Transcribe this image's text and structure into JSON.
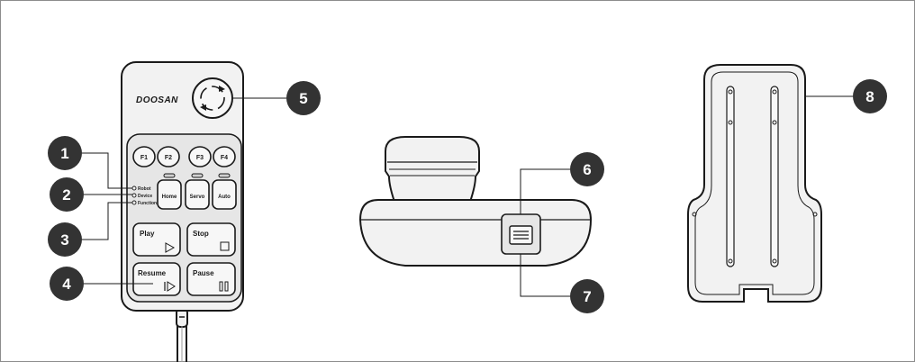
{
  "pendant": {
    "brand": "DOOSAN",
    "function_keys": [
      "F1",
      "F2",
      "F3",
      "F4"
    ],
    "indicators": [
      "Robot",
      "Device",
      "Function"
    ],
    "mode_buttons": [
      "Home",
      "Servo",
      "Auto"
    ],
    "play_label": "Play",
    "stop_label": "Stop",
    "resume_label": "Resume",
    "pause_label": "Pause"
  },
  "callouts": [
    "1",
    "2",
    "3",
    "4",
    "5",
    "6",
    "7",
    "8"
  ],
  "colors": {
    "callout_fill": "#333333",
    "outline": "#1a1a1a",
    "device_fill": "#f2f2f2",
    "panel_fill": "#e6e6e6"
  },
  "icons": {
    "play": "play-triangle-icon",
    "stop": "stop-square-icon",
    "resume": "resume-bar-triangle-icon",
    "pause": "pause-bars-icon",
    "jog": "rotate-arrows-icon"
  }
}
